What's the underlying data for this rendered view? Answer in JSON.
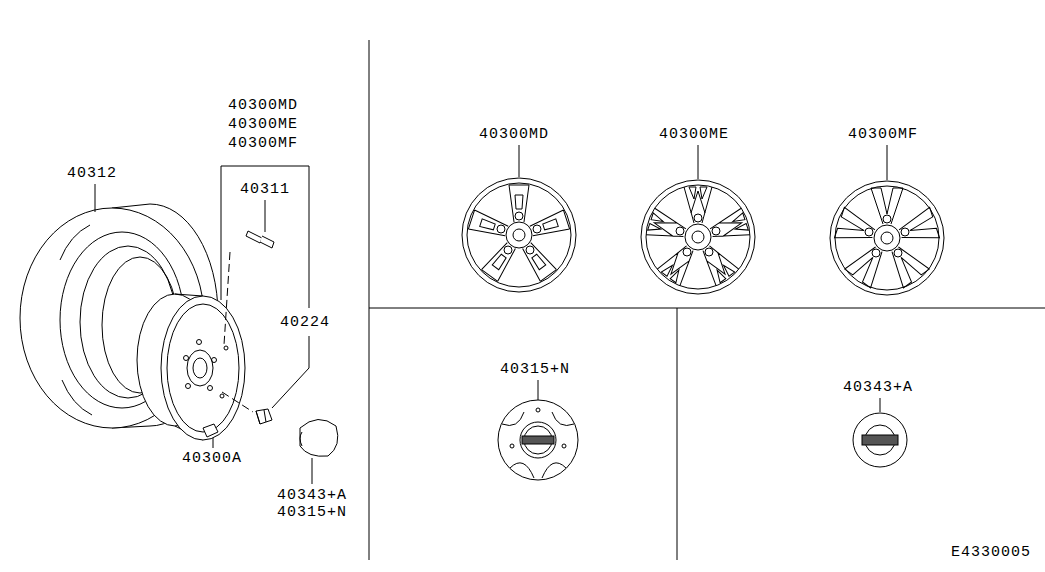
{
  "diagram": {
    "labels": [
      "40300MD",
      "40300ME",
      "40300MF",
      "40312",
      "40311",
      "40224",
      "40300A",
      "40343+A",
      "40315+N",
      "40300MD",
      "40300ME",
      "40300MF",
      "40315+N",
      "40343+A",
      "E4330005"
    ]
  }
}
